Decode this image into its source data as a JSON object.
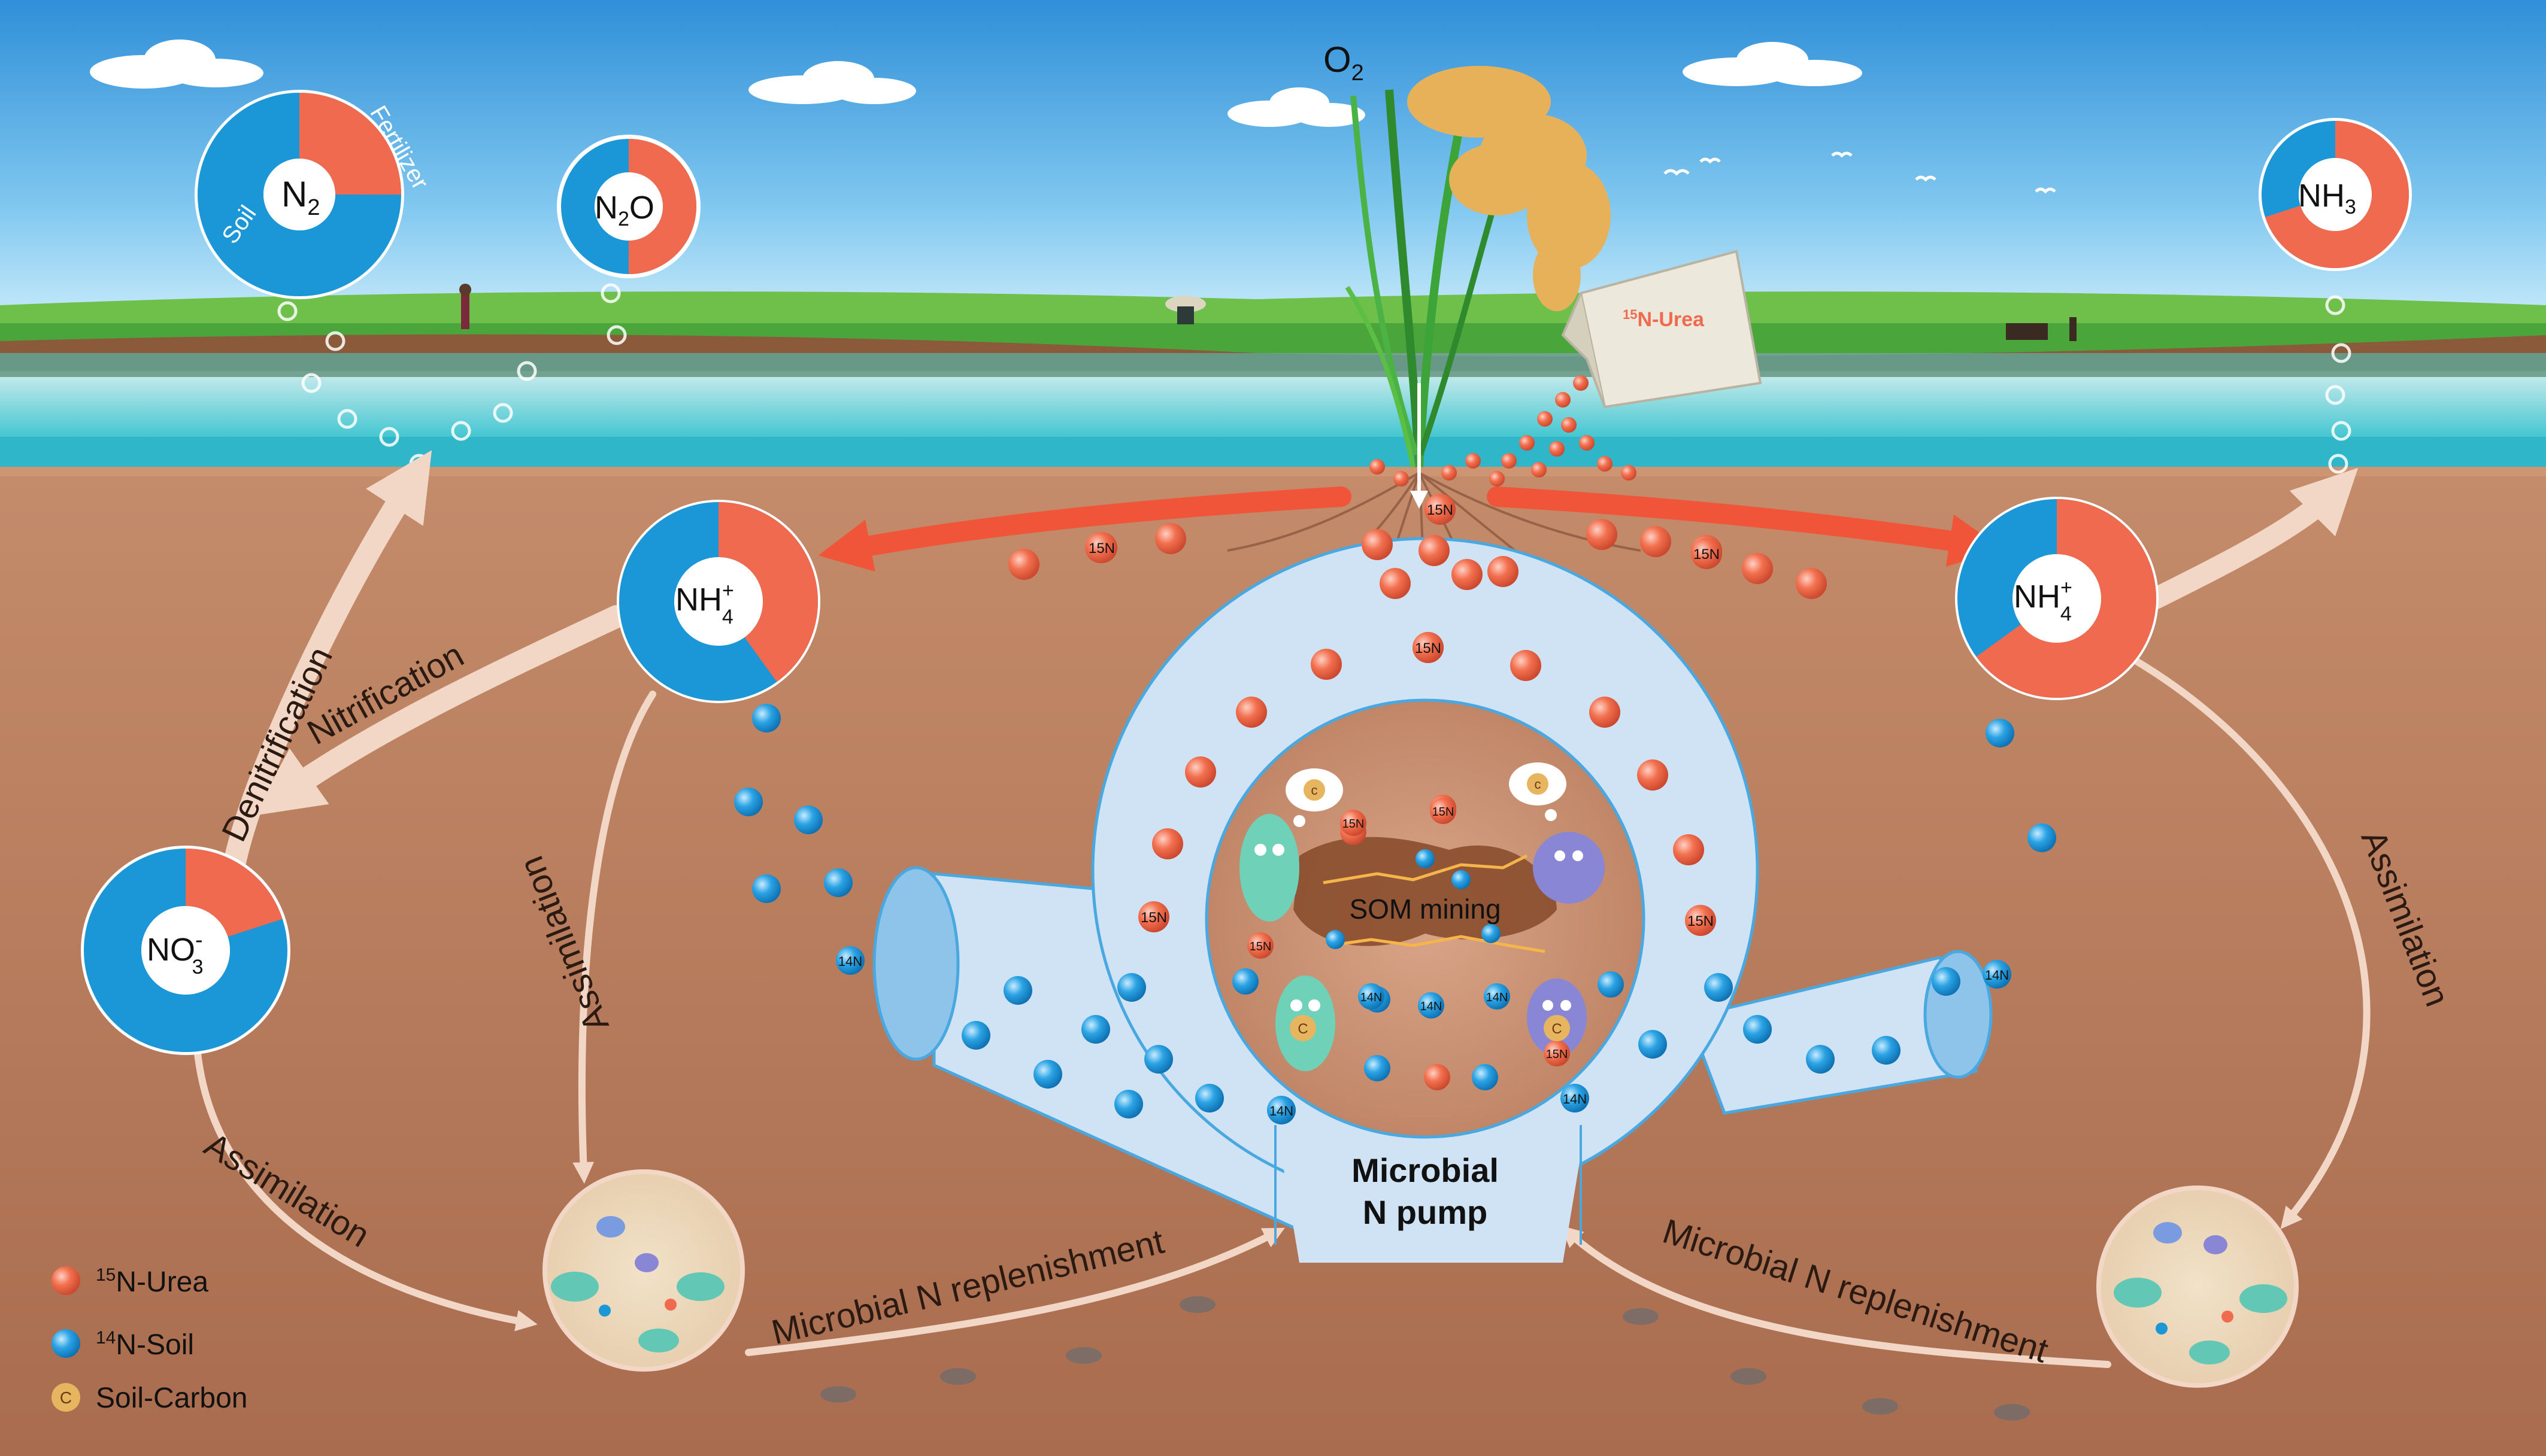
{
  "sky": {
    "o2_label": "O",
    "o2_sub": "2"
  },
  "atmosphere": {
    "n2": {
      "main": "N",
      "sub": "2",
      "seg_fertilizer": "Fertilizer",
      "seg_soil": "Soil",
      "fertilizer_fraction": 0.25
    },
    "n2o": {
      "main": "N",
      "sub": "2",
      "tail": "O",
      "fertilizer_fraction": 0.5
    },
    "nh3": {
      "main": "NH",
      "sub": "3",
      "fertilizer_fraction": 0.7
    }
  },
  "urea_bag": {
    "sup": "15",
    "text": "N-Urea"
  },
  "pools": {
    "nh4_left": {
      "main": "NH",
      "sup": "+",
      "sub": "4",
      "fertilizer_fraction": 0.4
    },
    "nh4_right": {
      "main": "NH",
      "sup": "+",
      "sub": "4",
      "fertilizer_fraction": 0.65
    },
    "no3": {
      "main": "NO",
      "sup": "-",
      "sub": "3",
      "fertilizer_fraction": 0.2
    }
  },
  "processes": {
    "denitrification": "Denitrification",
    "nitrification": "Nitrification",
    "assimilation": "Assimilation",
    "replenishment": "Microbial N replenishment"
  },
  "pump": {
    "title_line1": "Microbial",
    "title_line2": "N pump",
    "som": "SOM mining"
  },
  "particles": {
    "n15": "15N",
    "n14": "14N",
    "c": "C",
    "c_letter": "c"
  },
  "legend": [
    {
      "symbol": "15N",
      "sup": "15",
      "label": "N-Urea"
    },
    {
      "symbol": "14N",
      "sup": "14",
      "label": "N-Soil"
    },
    {
      "symbol": "C",
      "label": "Soil-Carbon"
    }
  ],
  "colors": {
    "fertilizer": "#f06a4f",
    "soil": "#1b97d8",
    "pipe": "#cfe3f5",
    "pipe_edge": "#4aa8e0",
    "arrow": "#f2d6c6",
    "red_arrow": "#f0553a"
  }
}
